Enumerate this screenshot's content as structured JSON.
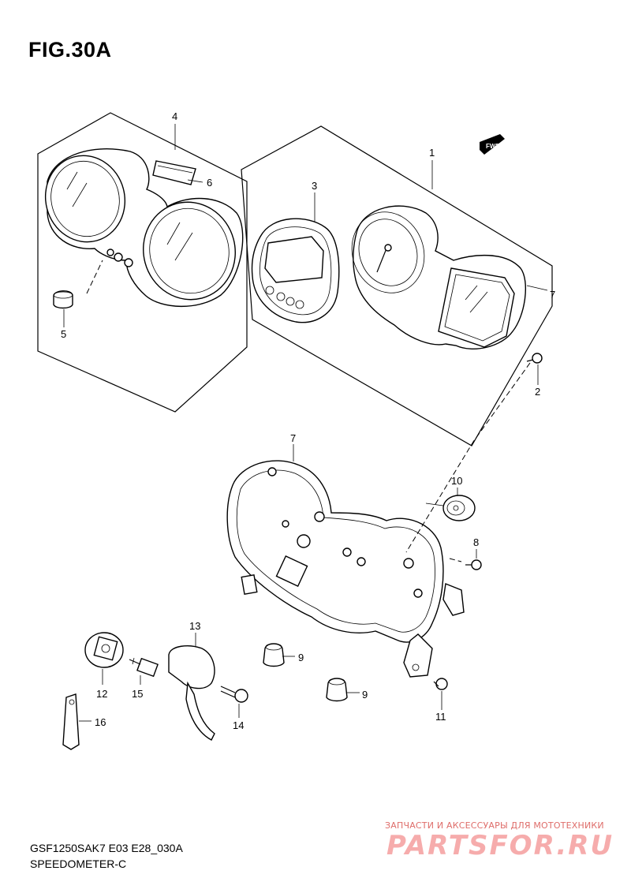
{
  "figure_title": "FIG.30A",
  "footer": {
    "model_code": "GSF1250SAK7 E03 E28_030A",
    "section_name": "SPEEDOMETER-C"
  },
  "watermark": {
    "caption": "ЗАПЧАСТИ И АКСЕССУАРЫ ДЛЯ МОТОТЕХНИКИ",
    "logo": "PARTSFOR.RU"
  },
  "fwd_label": "FWD",
  "callouts": {
    "c1": "1",
    "c2": "2",
    "c3": "3",
    "c4": "4",
    "c5": "5",
    "c6": "6",
    "c7a": "7",
    "c7b": "7",
    "c8": "8",
    "c9a": "9",
    "c9b": "9",
    "c10": "10",
    "c11": "11",
    "c12": "12",
    "c13": "13",
    "c14": "14",
    "c15": "15",
    "c16": "16"
  }
}
